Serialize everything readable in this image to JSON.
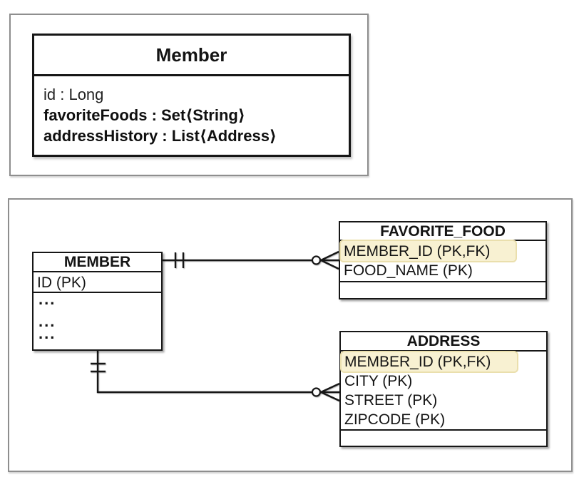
{
  "uml_panel": {
    "class_box": {
      "title": "Member",
      "attributes": [
        "id : Long",
        "favoriteFoods : Set⟨String⟩",
        "addressHistory : List⟨Address⟩"
      ]
    }
  },
  "erd_panel": {
    "tables": {
      "member": {
        "title": "MEMBER",
        "rows": [
          "ID (PK)",
          "...",
          "...",
          "..."
        ]
      },
      "favorite_food": {
        "title": "FAVORITE_FOOD",
        "rows": [
          "MEMBER_ID (PK,FK)",
          "FOOD_NAME (PK)"
        ]
      },
      "address": {
        "title": "ADDRESS",
        "rows": [
          "MEMBER_ID (PK,FK)",
          "CITY (PK)",
          "STREET (PK)",
          "ZIPCODE (PK)"
        ]
      }
    },
    "relationships": [
      {
        "from": "MEMBER",
        "to": "FAVORITE_FOOD",
        "from_cardinality": "one and only one",
        "to_cardinality": "zero or many"
      },
      {
        "from": "MEMBER",
        "to": "ADDRESS",
        "from_cardinality": "one and only one",
        "to_cardinality": "zero or many"
      }
    ],
    "colors": {
      "highlight_fill": "#f8f1d2",
      "highlight_border": "#eadfad",
      "line": "#161616"
    }
  }
}
